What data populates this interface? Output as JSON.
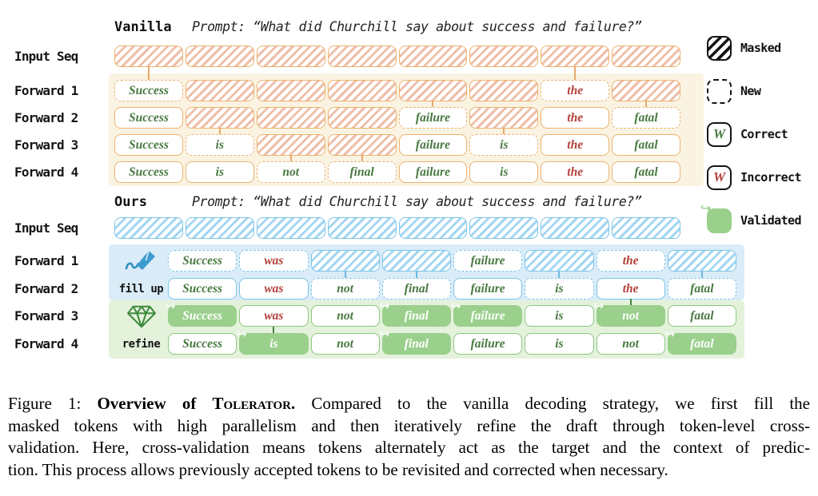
{
  "figure": {
    "vanilla": {
      "title": "Vanilla",
      "prompt": "Prompt: “What did Churchill say about success and failure?”",
      "rows": [
        {
          "label": "Input Seq",
          "cells": [
            {
              "t": "",
              "s": "masked"
            },
            {
              "t": "",
              "s": "masked"
            },
            {
              "t": "",
              "s": "masked"
            },
            {
              "t": "",
              "s": "masked"
            },
            {
              "t": "",
              "s": "masked"
            },
            {
              "t": "",
              "s": "masked"
            },
            {
              "t": "",
              "s": "masked"
            },
            {
              "t": "",
              "s": "masked"
            }
          ]
        },
        {
          "label": "Forward 1",
          "cells": [
            {
              "t": "Success",
              "s": "new correct"
            },
            {
              "t": "",
              "s": "masked"
            },
            {
              "t": "",
              "s": "masked"
            },
            {
              "t": "",
              "s": "masked"
            },
            {
              "t": "",
              "s": "masked"
            },
            {
              "t": "",
              "s": "masked"
            },
            {
              "t": "the",
              "s": "new incorrect"
            },
            {
              "t": "",
              "s": "masked"
            }
          ]
        },
        {
          "label": "Forward 2",
          "cells": [
            {
              "t": "Success",
              "s": "kept correct"
            },
            {
              "t": "",
              "s": "masked"
            },
            {
              "t": "",
              "s": "masked"
            },
            {
              "t": "",
              "s": "masked"
            },
            {
              "t": "failure",
              "s": "new correct"
            },
            {
              "t": "",
              "s": "masked"
            },
            {
              "t": "the",
              "s": "kept incorrect"
            },
            {
              "t": "fatal",
              "s": "new correct"
            }
          ]
        },
        {
          "label": "Forward 3",
          "cells": [
            {
              "t": "Success",
              "s": "kept correct"
            },
            {
              "t": "is",
              "s": "new correct"
            },
            {
              "t": "",
              "s": "masked"
            },
            {
              "t": "",
              "s": "masked"
            },
            {
              "t": "failure",
              "s": "kept correct"
            },
            {
              "t": "is",
              "s": "new correct"
            },
            {
              "t": "the",
              "s": "kept incorrect"
            },
            {
              "t": "fatal",
              "s": "kept correct"
            }
          ]
        },
        {
          "label": "Forward 4",
          "cells": [
            {
              "t": "Success",
              "s": "kept correct"
            },
            {
              "t": "is",
              "s": "kept correct"
            },
            {
              "t": "not",
              "s": "new correct"
            },
            {
              "t": "final",
              "s": "new correct"
            },
            {
              "t": "failure",
              "s": "kept correct"
            },
            {
              "t": "is",
              "s": "kept correct"
            },
            {
              "t": "the",
              "s": "kept incorrect"
            },
            {
              "t": "fatal",
              "s": "kept correct"
            }
          ]
        }
      ]
    },
    "ours": {
      "title": "Ours",
      "prompt": "Prompt: “What did Churchill say about success and failure?”",
      "fill_label": "fill up",
      "refine_label": "refine",
      "icons": {
        "forward1": "pen-icon",
        "forward3": "diamond-icon"
      },
      "rows": [
        {
          "label": "Input Seq",
          "cells": [
            {
              "t": "",
              "s": "masked"
            },
            {
              "t": "",
              "s": "masked"
            },
            {
              "t": "",
              "s": "masked"
            },
            {
              "t": "",
              "s": "masked"
            },
            {
              "t": "",
              "s": "masked"
            },
            {
              "t": "",
              "s": "masked"
            },
            {
              "t": "",
              "s": "masked"
            },
            {
              "t": "",
              "s": "masked"
            }
          ]
        },
        {
          "label": "Forward 1",
          "cells": [
            {
              "t": "Success",
              "s": "new correct"
            },
            {
              "t": "was",
              "s": "new incorrect"
            },
            {
              "t": "",
              "s": "masked"
            },
            {
              "t": "",
              "s": "masked"
            },
            {
              "t": "failure",
              "s": "new correct"
            },
            {
              "t": "",
              "s": "masked"
            },
            {
              "t": "the",
              "s": "new incorrect"
            },
            {
              "t": "",
              "s": "masked"
            }
          ]
        },
        {
          "label": "Forward 2",
          "cells": [
            {
              "t": "Success",
              "s": "kept correct"
            },
            {
              "t": "was",
              "s": "kept incorrect"
            },
            {
              "t": "not",
              "s": "new correct"
            },
            {
              "t": "final",
              "s": "new correct"
            },
            {
              "t": "failure",
              "s": "kept correct"
            },
            {
              "t": "is",
              "s": "new correct"
            },
            {
              "t": "the",
              "s": "kept incorrect"
            },
            {
              "t": "fatal",
              "s": "new correct"
            }
          ]
        },
        {
          "label": "Forward 3",
          "cells": [
            {
              "t": "Success",
              "s": "validated"
            },
            {
              "t": "was",
              "s": "kept incorrect"
            },
            {
              "t": "not",
              "s": "kept correct"
            },
            {
              "t": "final",
              "s": "validated"
            },
            {
              "t": "failure",
              "s": "validated"
            },
            {
              "t": "is",
              "s": "kept correct"
            },
            {
              "t": "not",
              "s": "validated"
            },
            {
              "t": "fatal",
              "s": "kept correct"
            }
          ]
        },
        {
          "label": "Forward 4",
          "cells": [
            {
              "t": "Success",
              "s": "kept correct"
            },
            {
              "t": "is",
              "s": "validated"
            },
            {
              "t": "not",
              "s": "kept correct"
            },
            {
              "t": "final",
              "s": "validated"
            },
            {
              "t": "failure",
              "s": "kept correct"
            },
            {
              "t": "is",
              "s": "kept correct"
            },
            {
              "t": "not",
              "s": "kept correct"
            },
            {
              "t": "fatal",
              "s": "validated"
            }
          ]
        }
      ]
    },
    "legend": {
      "items": [
        {
          "label": "Masked",
          "swatch": "masked"
        },
        {
          "label": "New",
          "swatch": "new"
        },
        {
          "label": "Correct",
          "swatch": "correct-w",
          "glyph": "W"
        },
        {
          "label": "Incorrect",
          "swatch": "incorrect-w",
          "glyph": "W"
        },
        {
          "label": "Validated",
          "swatch": "validated"
        }
      ]
    },
    "colors": {
      "vanilla_border": "#edb26e",
      "vanilla_stripe": "#ecb79e",
      "vanilla_panel": "#faf3e2",
      "ours_border": "#7ec5e8",
      "ours_stripe": "#98d2f0",
      "ours_blue_panel": "#d9ecf8",
      "ours_green_panel": "#e4f2dc",
      "validated_fill": "#9ad08c",
      "correct_text": "#47793f",
      "incorrect_text": "#b4403a"
    }
  },
  "icons": {
    "validated_arrow": "↪"
  },
  "caption": {
    "figure_label": "Figure 1: ",
    "bold_intro": "Overview of ",
    "smallcaps_name": "Tolerator",
    "bold_period": ".",
    "line1_rest": "  Compared to the vanilla decoding strategy, we first fill the",
    "line2": "masked tokens with high parallelism and then iteratively refine the draft through token-level cross-",
    "line3": "validation. Here, cross-validation means tokens alternately act as the target and the context of predic-",
    "line4": "tion. This process allows previously accepted tokens to be revisited and corrected when necessary."
  }
}
